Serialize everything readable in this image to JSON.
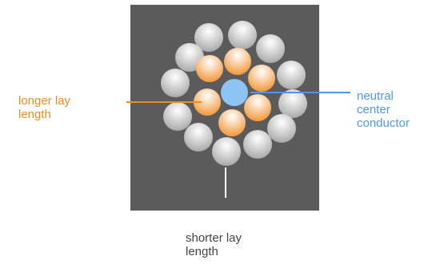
{
  "colors": {
    "background": "#ffffff",
    "panel": "#5b5b5b",
    "outer_strand_light": "#ffffff",
    "outer_strand_dark": "#a9a9a9",
    "inner_strand_light": "#ffffff",
    "inner_strand_dark": "#f39a3e",
    "center_conductor": "#8cc4f4",
    "orange": "#f08c1e",
    "blue": "#4f97e6",
    "bottom_text": "#444444",
    "leader_white": "#ffffff"
  },
  "labels": {
    "left": {
      "line1": "longer lay",
      "line2": "length"
    },
    "right": {
      "line1": "neutral",
      "line2": "center",
      "line3": "conductor"
    },
    "bottom": {
      "line1": "shorter lay",
      "line2": "length"
    }
  },
  "strands": {
    "outer_layer_count": 12,
    "inner_layer_count": 6,
    "center_count": 1
  }
}
